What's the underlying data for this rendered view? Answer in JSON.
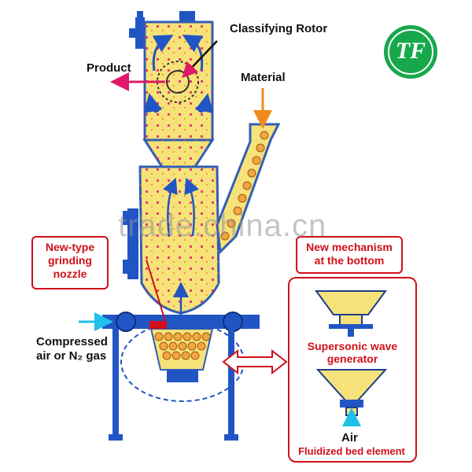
{
  "labels": {
    "classifying_rotor": "Classifying Rotor",
    "product": "Product",
    "material": "Material",
    "grinding_nozzle": "New-type\ngrinding\nnozzle",
    "new_mechanism": "New mechanism\nat the bottom",
    "compressed_air": "Compressed\nair or N₂ gas",
    "supersonic": "Supersonic wave\ngenerator",
    "air": "Air",
    "fluidized": "Fluidized bed element"
  },
  "logo_text": "TF",
  "watermark": "trade.china.cn",
  "colors": {
    "body_fill": "#f7e27a",
    "body_stroke": "#2f5fb3",
    "frame_blue": "#2255c4",
    "accent_red": "#d0101a",
    "logo_green": "#17a84b",
    "arrow_pink": "#e0186a",
    "arrow_orange": "#f08a1c",
    "arrow_cyan": "#20c0e8"
  }
}
